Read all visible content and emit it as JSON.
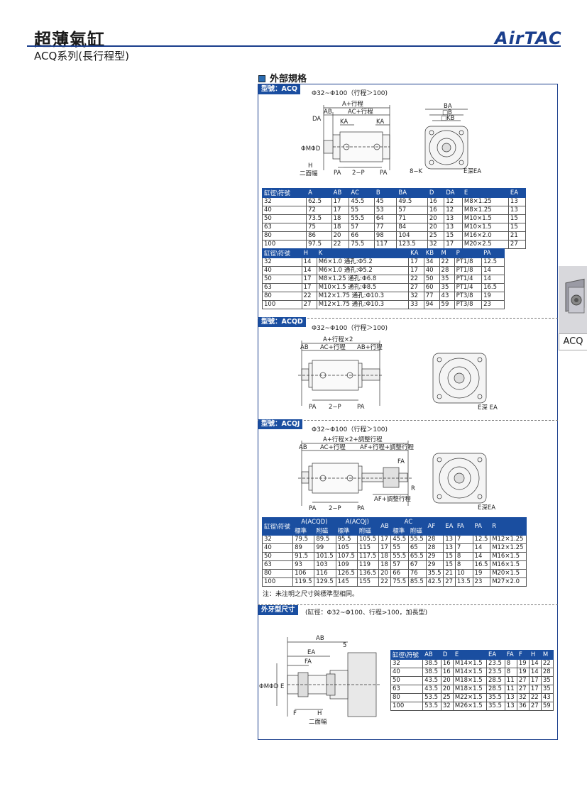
{
  "header": {
    "title": "超薄氣缸",
    "subtitle": "ACQ系列(長行程型)",
    "logo": "AirTAC"
  },
  "section": {
    "title": "外部規格"
  },
  "side_tab": {
    "label": "ACQ"
  },
  "acq": {
    "tag": "型號：ACQ",
    "range": "Φ32~Φ100（行程＞100)",
    "labels": {
      "a": "A+行程",
      "ab": "AB",
      "ac": "AC+行程",
      "da": "DA",
      "ka1": "KA",
      "ka2": "KA",
      "m": "ΦM",
      "d": "ΦD",
      "h": "H",
      "width": "二面幅",
      "pa1": "PA",
      "p": "2−P",
      "pa2": "PA",
      "ba": "BA",
      "b": "□B",
      "kb": "□KB",
      "k": "8−K",
      "ea": "E深EA"
    },
    "table1": {
      "headers": [
        "缸徑\\符號",
        "A",
        "AB",
        "AC",
        "B",
        "BA",
        "D",
        "DA",
        "E",
        "EA"
      ],
      "rows": [
        [
          "32",
          "62.5",
          "17",
          "45.5",
          "45",
          "49.5",
          "16",
          "12",
          "M8×1.25",
          "13"
        ],
        [
          "40",
          "72",
          "17",
          "55",
          "53",
          "57",
          "16",
          "12",
          "M8×1.25",
          "13"
        ],
        [
          "50",
          "73.5",
          "18",
          "55.5",
          "64",
          "71",
          "20",
          "13",
          "M10×1.5",
          "15"
        ],
        [
          "63",
          "75",
          "18",
          "57",
          "77",
          "84",
          "20",
          "13",
          "M10×1.5",
          "15"
        ],
        [
          "80",
          "86",
          "20",
          "66",
          "98",
          "104",
          "25",
          "15",
          "M16×2.0",
          "21"
        ],
        [
          "100",
          "97.5",
          "22",
          "75.5",
          "117",
          "123.5",
          "32",
          "17",
          "M20×2.5",
          "27"
        ]
      ]
    },
    "table2": {
      "headers": [
        "缸徑\\符號",
        "H",
        "K",
        "KA",
        "KB",
        "M",
        "P",
        "PA"
      ],
      "rows": [
        [
          "32",
          "14",
          "M6×1.0 通孔:Φ5.2",
          "17",
          "34",
          "22",
          "PT1/8",
          "12.5"
        ],
        [
          "40",
          "14",
          "M6×1.0 通孔:Φ5.2",
          "17",
          "40",
          "28",
          "PT1/8",
          "14"
        ],
        [
          "50",
          "17",
          "M8×1.25 通孔:Φ6.8",
          "22",
          "50",
          "35",
          "PT1/4",
          "14"
        ],
        [
          "63",
          "17",
          "M10×1.5 通孔:Φ8.5",
          "27",
          "60",
          "35",
          "PT1/4",
          "16.5"
        ],
        [
          "80",
          "22",
          "M12×1.75 通孔:Φ10.3",
          "32",
          "77",
          "43",
          "PT3/8",
          "19"
        ],
        [
          "100",
          "27",
          "M12×1.75 通孔:Φ10.3",
          "33",
          "94",
          "59",
          "PT3/8",
          "23"
        ]
      ]
    }
  },
  "acqd": {
    "tag": "型號：ACQD",
    "range": "Φ32~Φ100（行程＞100)",
    "labels": {
      "a": "A+行程×2",
      "ab": "AB",
      "ac": "AC+行程",
      "ab2": "AB+行程",
      "pa1": "PA",
      "p": "2−P",
      "pa2": "PA",
      "ea": "E深 EA"
    }
  },
  "acqj": {
    "tag": "型號：ACQJ",
    "range": "Φ32~Φ100（行程＞100)",
    "labels": {
      "a": "A+行程×2+調整行程",
      "ab": "AB",
      "ac": "AC+行程",
      "af": "AF+行程+調整行程",
      "fa": "FA",
      "r": "R",
      "afadj": "AF+調整行程",
      "pa1": "PA",
      "p": "2−P",
      "pa2": "PA",
      "ea": "E深EA"
    },
    "table": {
      "headers_top": [
        "缸徑\\符號",
        "A(ACQD)",
        "A(ACQJ)",
        "AB",
        "AC",
        "AF",
        "EA",
        "FA",
        "PA",
        "R"
      ],
      "headers_sub": [
        "標準",
        "附磁",
        "標準",
        "附磁",
        "標準",
        "附磁"
      ],
      "rows": [
        [
          "32",
          "79.5",
          "89.5",
          "95.5",
          "105.5",
          "17",
          "45.5",
          "55.5",
          "28",
          "13",
          "7",
          "12.5",
          "M12×1.25"
        ],
        [
          "40",
          "89",
          "99",
          "105",
          "115",
          "17",
          "55",
          "65",
          "28",
          "13",
          "7",
          "14",
          "M12×1.25"
        ],
        [
          "50",
          "91.5",
          "101.5",
          "107.5",
          "117.5",
          "18",
          "55.5",
          "65.5",
          "29",
          "15",
          "8",
          "14",
          "M16×1.5"
        ],
        [
          "63",
          "93",
          "103",
          "109",
          "119",
          "18",
          "57",
          "67",
          "29",
          "15",
          "8",
          "16.5",
          "M16×1.5"
        ],
        [
          "80",
          "106",
          "116",
          "126.5",
          "136.5",
          "20",
          "66",
          "76",
          "35.5",
          "21",
          "10",
          "19",
          "M20×1.5"
        ],
        [
          "100",
          "119.5",
          "129.5",
          "145",
          "155",
          "22",
          "75.5",
          "85.5",
          "42.5",
          "27",
          "13.5",
          "23",
          "M27×2.0"
        ]
      ]
    },
    "note": "注：未注明之尺寸與標準型相同。"
  },
  "ext": {
    "tag": "外牙型尺寸",
    "range": "(缸徑：Φ32~Φ100、行程>100，加長型)",
    "labels": {
      "ab": "AB",
      "five": "5",
      "ea": "EA",
      "fa": "FA",
      "m": "ΦM",
      "d": "ΦD",
      "e": "E",
      "f": "F",
      "h": "H",
      "width": "二面幅"
    },
    "table": {
      "headers": [
        "缸徑\\符號",
        "AB",
        "D",
        "E",
        "EA",
        "FA",
        "F",
        "H",
        "M"
      ],
      "rows": [
        [
          "32",
          "38.5",
          "16",
          "M14×1.5",
          "23.5",
          "8",
          "19",
          "14",
          "22"
        ],
        [
          "40",
          "38.5",
          "16",
          "M14×1.5",
          "23.5",
          "8",
          "19",
          "14",
          "28"
        ],
        [
          "50",
          "43.5",
          "20",
          "M18×1.5",
          "28.5",
          "11",
          "27",
          "17",
          "35"
        ],
        [
          "63",
          "43.5",
          "20",
          "M18×1.5",
          "28.5",
          "11",
          "27",
          "17",
          "35"
        ],
        [
          "80",
          "53.5",
          "25",
          "M22×1.5",
          "35.5",
          "13",
          "32",
          "22",
          "43"
        ],
        [
          "100",
          "53.5",
          "32",
          "M26×1.5",
          "35.5",
          "13",
          "36",
          "27",
          "59"
        ]
      ]
    }
  }
}
